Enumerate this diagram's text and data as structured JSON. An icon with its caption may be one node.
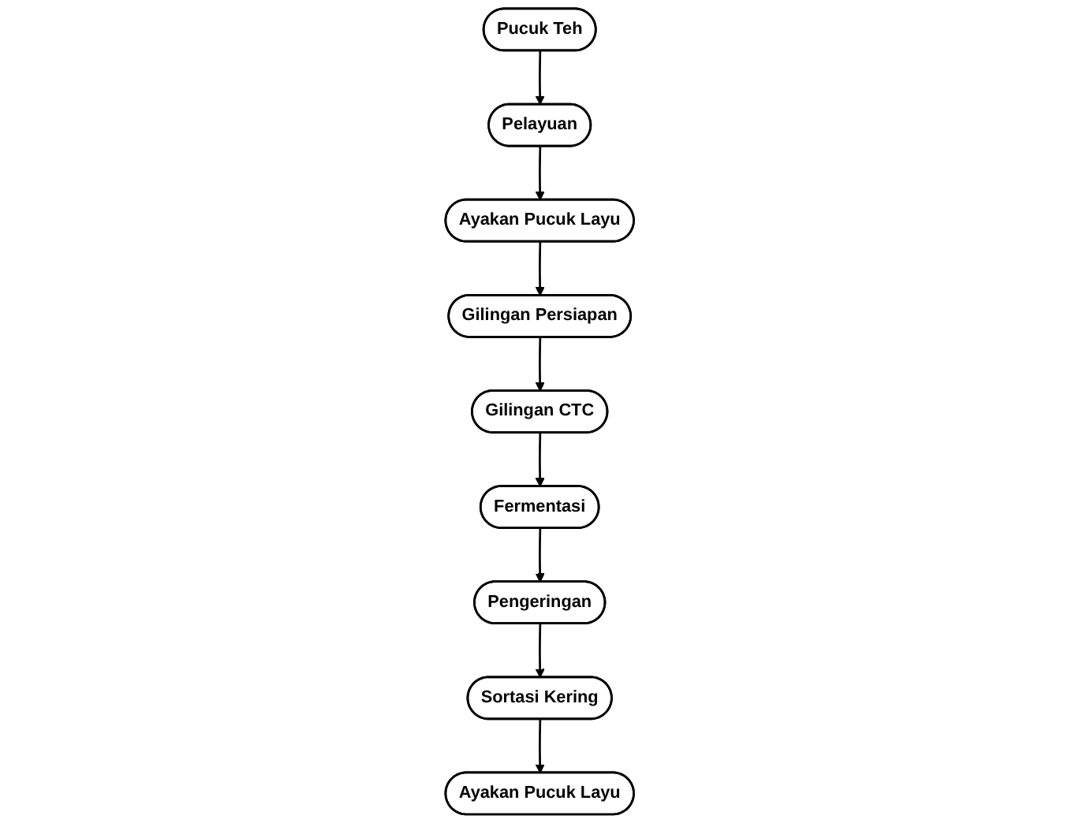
{
  "diagram": {
    "nodes": [
      {
        "text": [
          "Pucuk Teh"
        ]
      },
      {
        "text": [
          "Pelayuan"
        ]
      },
      {
        "text": [
          "Ayakan Pucuk Layu"
        ]
      },
      {
        "text": [
          "Gilingan Persiapan"
        ]
      },
      {
        "text": [
          "Gilingan CTC"
        ]
      },
      {
        "text": [
          "Fermentasi"
        ]
      },
      {
        "text": [
          "Pengeringan"
        ]
      },
      {
        "text": [
          "Sortasi Kering"
        ]
      },
      {
        "text": [
          "Ayakan Pucuk Layu"
        ]
      }
    ],
    "edges": [
      {
        "from": 0,
        "to": 1,
        "arrow": "to"
      },
      {
        "from": 1,
        "to": 2,
        "arrow": "to"
      },
      {
        "from": 2,
        "to": 3,
        "arrow": "to"
      },
      {
        "from": 3,
        "to": 4,
        "arrow": "to"
      },
      {
        "from": 4,
        "to": 5,
        "arrow": "to"
      },
      {
        "from": 5,
        "to": 6,
        "arrow": "to"
      },
      {
        "from": 6,
        "to": 7,
        "arrow": "to"
      },
      {
        "from": 7,
        "to": 8,
        "arrow": "to"
      }
    ]
  }
}
